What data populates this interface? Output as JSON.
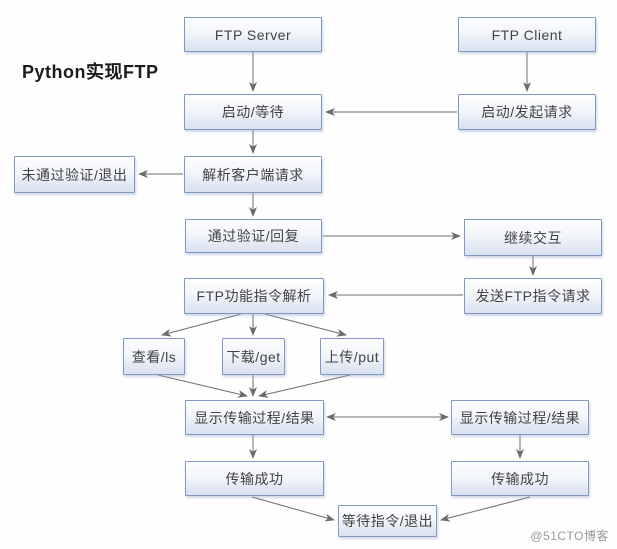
{
  "title": "Python实现FTP",
  "watermark": "@51CTO博客",
  "nodes": {
    "ftp_server": {
      "label": "FTP Server"
    },
    "ftp_client": {
      "label": "FTP Client"
    },
    "start_wait": {
      "label": "启动/等待"
    },
    "start_request": {
      "label": "启动/发起请求"
    },
    "parse_client_request": {
      "label": "解析客户端请求"
    },
    "auth_fail_exit": {
      "label": "未通过验证/退出"
    },
    "auth_pass_reply": {
      "label": "通过验证/回复"
    },
    "continue_interaction": {
      "label": "继续交互"
    },
    "ftp_command_parse": {
      "label": "FTP功能指令解析"
    },
    "send_ftp_command": {
      "label": "发送FTP指令请求"
    },
    "view_ls": {
      "label": "查看/ls"
    },
    "download_get": {
      "label": "下载/get"
    },
    "upload_put": {
      "label": "上传/put"
    },
    "show_transfer_left": {
      "label": "显示传输过程/结果"
    },
    "show_transfer_right": {
      "label": "显示传输过程/结果"
    },
    "transfer_success_left": {
      "label": "传输成功"
    },
    "transfer_success_right": {
      "label": "传输成功"
    },
    "wait_command_exit": {
      "label": "等待指令/退出"
    }
  },
  "edges": [
    {
      "from": "ftp_server",
      "to": "start_wait",
      "bidirectional": false
    },
    {
      "from": "ftp_client",
      "to": "start_request",
      "bidirectional": false
    },
    {
      "from": "start_request",
      "to": "start_wait",
      "bidirectional": false
    },
    {
      "from": "start_wait",
      "to": "parse_client_request",
      "bidirectional": false
    },
    {
      "from": "parse_client_request",
      "to": "auth_fail_exit",
      "bidirectional": false
    },
    {
      "from": "parse_client_request",
      "to": "auth_pass_reply",
      "bidirectional": false
    },
    {
      "from": "auth_pass_reply",
      "to": "continue_interaction",
      "bidirectional": false
    },
    {
      "from": "continue_interaction",
      "to": "send_ftp_command",
      "bidirectional": false
    },
    {
      "from": "send_ftp_command",
      "to": "ftp_command_parse",
      "bidirectional": false
    },
    {
      "from": "ftp_command_parse",
      "to": "view_ls",
      "bidirectional": false
    },
    {
      "from": "ftp_command_parse",
      "to": "download_get",
      "bidirectional": false
    },
    {
      "from": "ftp_command_parse",
      "to": "upload_put",
      "bidirectional": false
    },
    {
      "from": "view_ls",
      "to": "show_transfer_left",
      "bidirectional": false
    },
    {
      "from": "download_get",
      "to": "show_transfer_left",
      "bidirectional": false
    },
    {
      "from": "upload_put",
      "to": "show_transfer_left",
      "bidirectional": false
    },
    {
      "from": "show_transfer_left",
      "to": "show_transfer_right",
      "bidirectional": true
    },
    {
      "from": "show_transfer_left",
      "to": "transfer_success_left",
      "bidirectional": false
    },
    {
      "from": "show_transfer_right",
      "to": "transfer_success_right",
      "bidirectional": false
    },
    {
      "from": "transfer_success_left",
      "to": "wait_command_exit",
      "bidirectional": false
    },
    {
      "from": "transfer_success_right",
      "to": "wait_command_exit",
      "bidirectional": false
    }
  ],
  "colors": {
    "box_border": "#8098c5",
    "box_fill_top": "#fdfdfe",
    "box_fill_bottom": "#d9e2ef",
    "arrow": "#6b6b6b",
    "text": "#434343",
    "title_text": "#1c1c1c",
    "watermark_text": "#9a9a9a",
    "background": "#fefefe"
  }
}
